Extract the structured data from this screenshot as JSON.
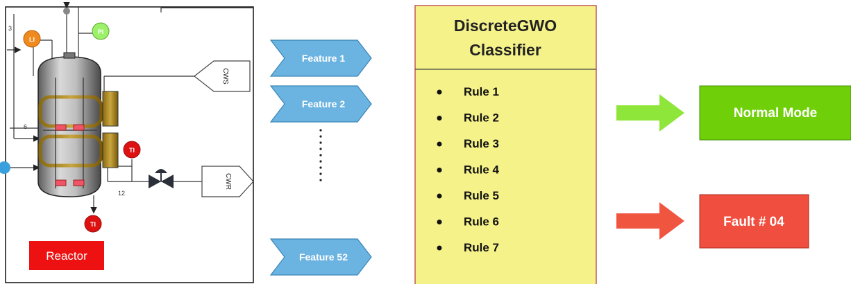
{
  "reactor": {
    "label": "Reactor",
    "instruments": {
      "level": "LI",
      "pressure": "PI",
      "temp_jacket": "TI",
      "temp_bottom": "TI"
    },
    "streams": {
      "cws": "CWS",
      "cwr": "CWR"
    },
    "line_numbers": {
      "top": "3",
      "mid": "6",
      "outlet": "12"
    }
  },
  "features": [
    {
      "label": "Feature 1"
    },
    {
      "label": "Feature 2"
    },
    {
      "label": "Feature 52"
    }
  ],
  "classifier": {
    "title_line1": "DiscreteGWO",
    "title_line2": "Classifier",
    "rules": [
      "Rule 1",
      "Rule 2",
      "Rule 3",
      "Rule 4",
      "Rule 5",
      "Rule 6",
      "Rule 7"
    ]
  },
  "outputs": {
    "normal": {
      "label": "Normal Mode",
      "color": "#6fd00a"
    },
    "fault": {
      "label": "Fault # 04",
      "color": "#f04e3e"
    }
  },
  "colors": {
    "feature_fill": "#6bb3e0",
    "classifier_fill": "#f6f28a",
    "green_arrow": "#8ee63a",
    "red_arrow": "#f05540",
    "reactor_label_fill": "#ee1111",
    "instrument_orange": "#f08a1e",
    "instrument_green": "#9cf06a",
    "instrument_red": "#dd1111"
  }
}
